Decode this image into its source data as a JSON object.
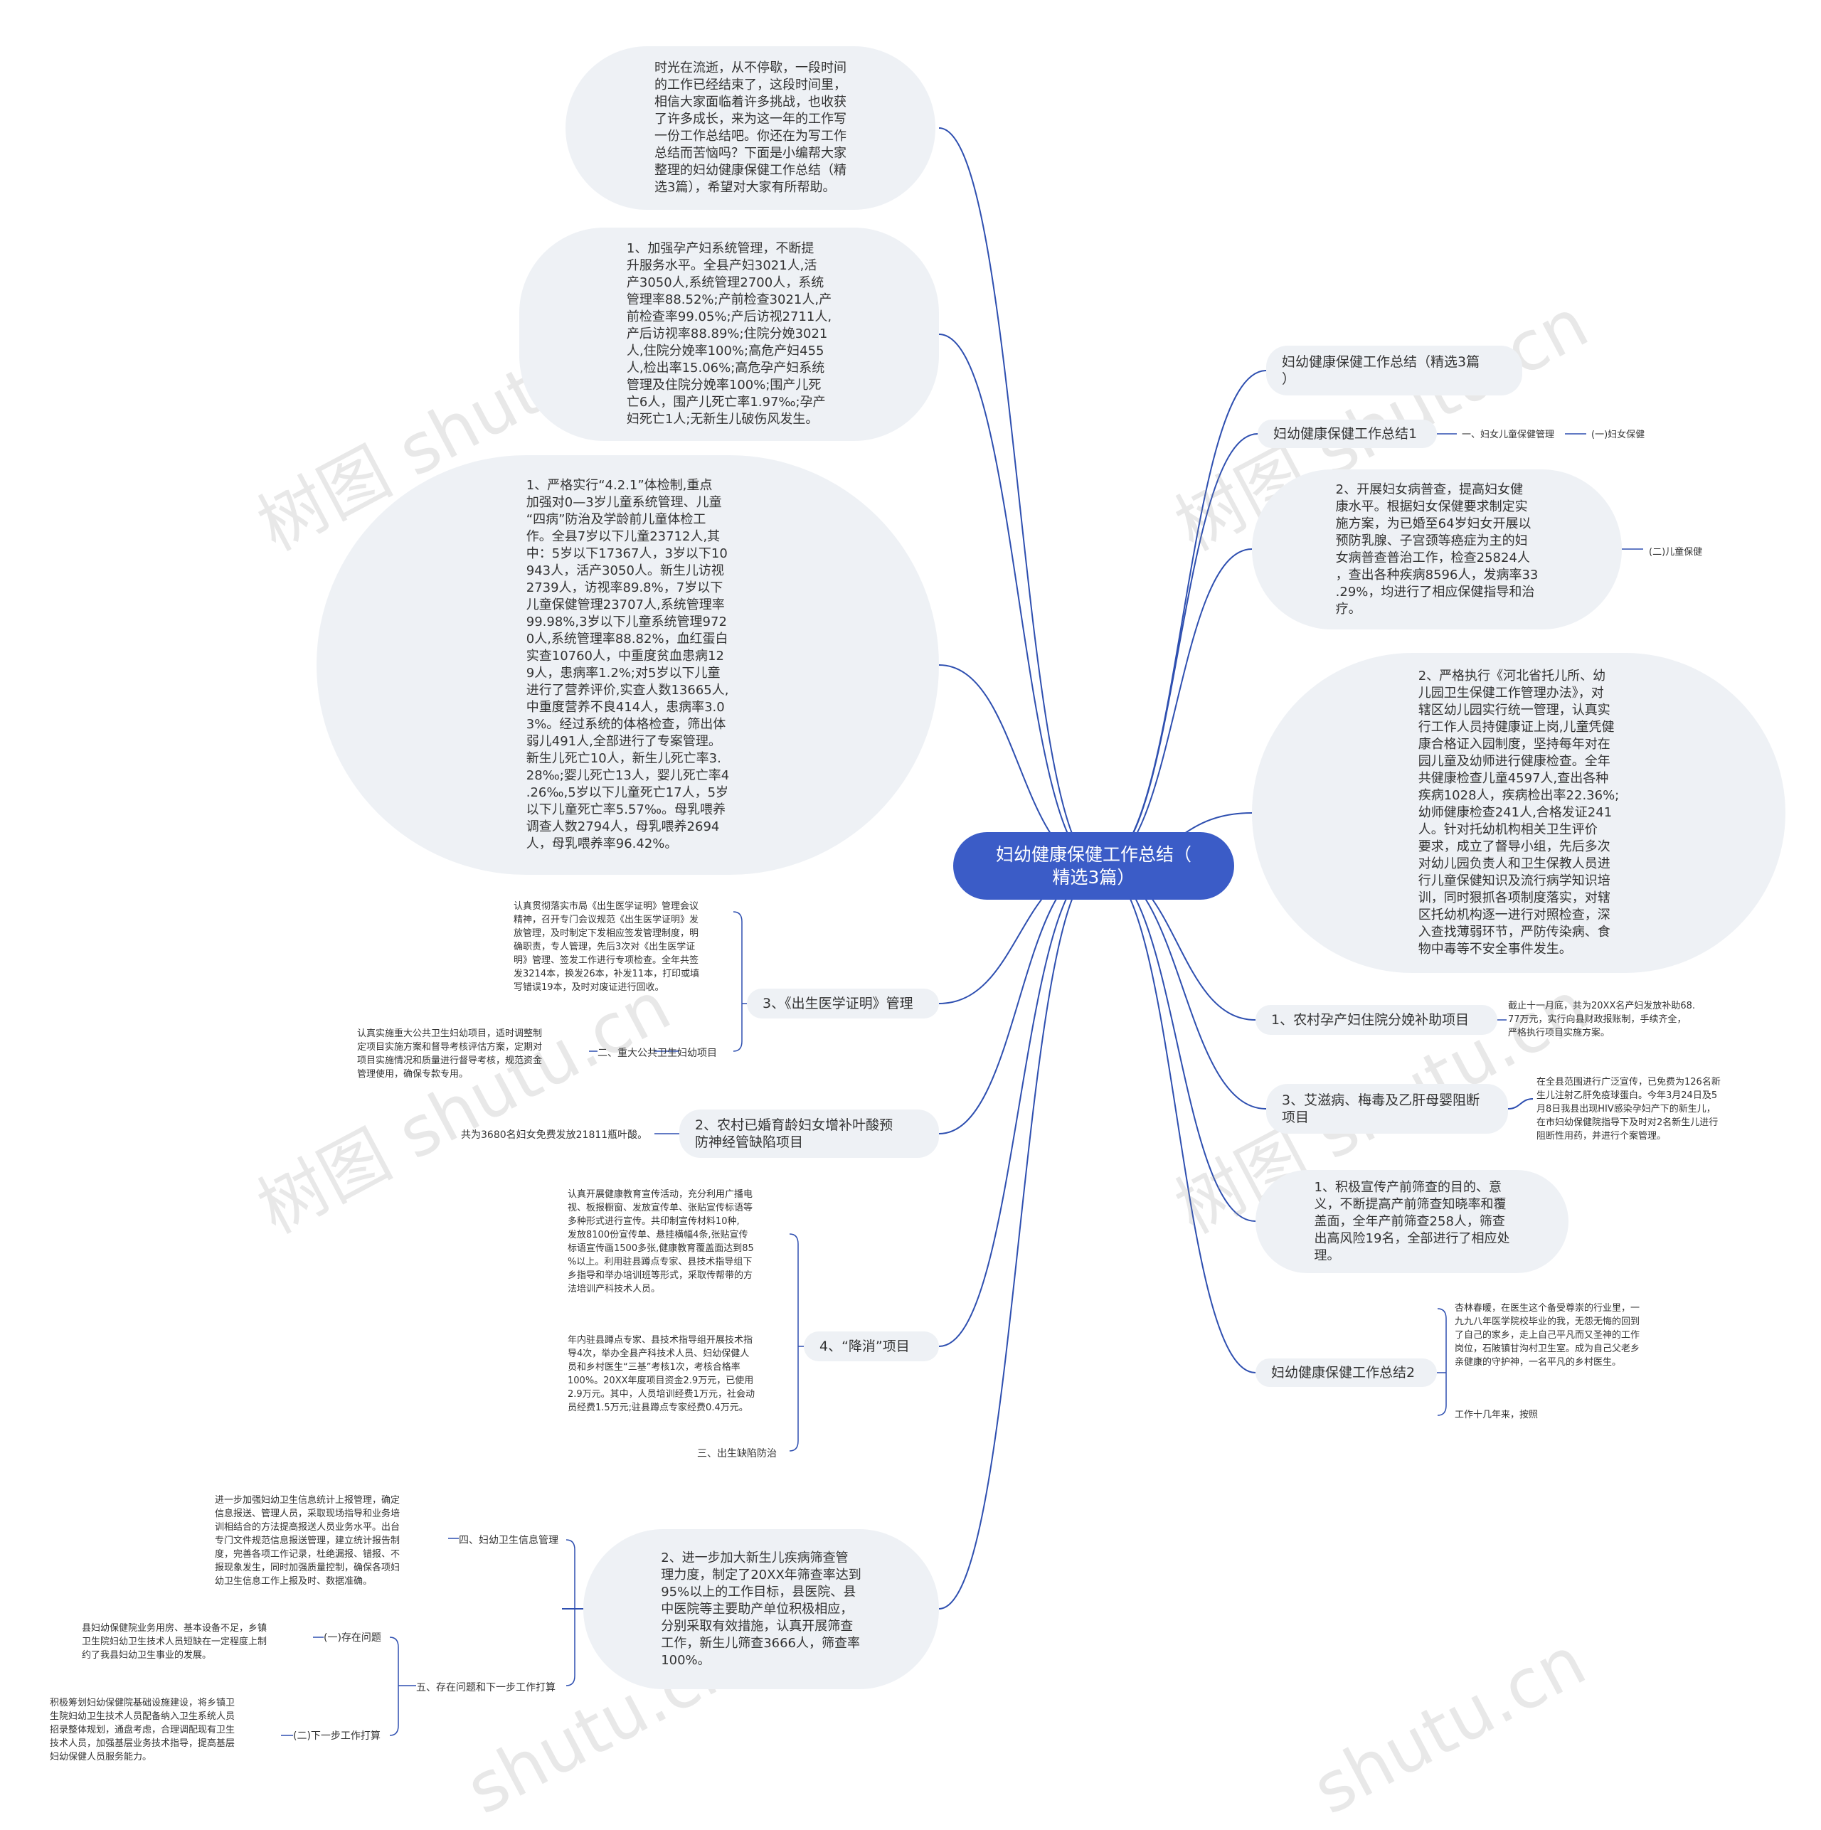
{
  "colors": {
    "line": "#2e4fb0",
    "root_fill": "#3b5cc7",
    "bubble_fill": "#eef1f5",
    "text": "#333333"
  },
  "root": "妇幼健康保健工作总结（\n精选3篇）",
  "left": {
    "intro": "时光在流逝，从不停歇，一段时间\n的工作已经结束了，这段时间里，\n相信大家面临着许多挑战，也收获\n了许多成长，来为这一年的工作写\n一份工作总结吧。你还在为写工作\n总结而苦恼吗？下面是小编帮大家\n整理的妇幼健康保健工作总结（精\n选3篇），希望对大家有所帮助。",
    "pregnant": "1、加强孕产妇系统管理，不断提\n升服务水平。全县产妇3021人,活\n产3050人,系统管理2700人，系统\n管理率88.52%;产前检查3021人,产\n前检查率99.05%;产后访视2711人,\n产后访视率88.89%;住院分娩3021\n人,住院分娩率100%;高危产妇455\n人,检出率15.06%;高危孕产妇系统\n管理及住院分娩率100%;围产儿死\n亡6人，围产儿死亡率1.97‰;孕产\n妇死亡1人;无新生儿破伤风发生。",
    "children": "1、严格实行“4.2.1”体检制,重点\n加强对0—3岁儿童系统管理、儿童\n“四病”防治及学龄前儿童体检工\n作。全县7岁以下儿童23712人,其\n中：5岁以下17367人，3岁以下10\n943人，活产3050人。新生儿访视\n2739人，访视率89.8%，7岁以下\n儿童保健管理23707人,系统管理率\n99.98%,3岁以下儿童系统管理972\n0人,系统管理率88.82%，血红蛋白\n实查10760人，中重度贫血患病12\n9人，患病率1.2%;对5岁以下儿童\n进行了营养评价,实查人数13665人,\n中重度营养不良414人，患病率3.0\n3%。经过系统的体格检查，筛出体\n弱儿491人,全部进行了专案管理。\n新生儿死亡10人，新生儿死亡率3.\n28‰;婴儿死亡13人，婴儿死亡率4\n.26‰,5岁以下儿童死亡17人，5岁\n以下儿童死亡率5.57‰。母乳喂养\n调查人数2794人，母乳喂养2694\n人，母乳喂养率96.42%。",
    "birth_cert": "3、《出生医学证明》管理",
    "birth_cert_text": "认真贯彻落实市局《出生医学证明》管理会议\n精神，召开专门会议规范《出生医学证明》发\n放管理，及时制定下发相应签发管理制度，明\n确职责，专人管理，先后3次对《出生医学证\n明》管理、签发工作进行专项检查。全年共签\n发3214本，换发26本，补发11本，打印或填\n写错误19本，及时对废证进行回收。",
    "major_project": "二、重大公共卫生妇幼项目",
    "major_project_text": "认真实施重大公共卫生妇幼项目，适时调整制\n定项目实施方案和督导考核评估方案，定期对\n项目实施情况和质量进行督导考核，规范资金\n管理使用，确保专款专用。",
    "folic": "2、农村已婚育龄妇女增补叶酸预\n防神经管缺陷项目",
    "folic_text": "共为3680名妇女免费发放21811瓶叶酸。",
    "jiangxiao": "4、“降消”项目",
    "jiangxiao_text1": "认真开展健康教育宣传活动，充分利用广播电\n视、板报橱窗、发放宣传单、张贴宣传标语等\n多种形式进行宣传。共印制宣传材料10种,\n发放8100份宣传单、悬挂横幅4条,张贴宣传\n标语宣传画1500多张,健康教育覆盖面达到85\n%以上。利用驻县蹲点专家、县技术指导组下\n乡指导和举办培训班等形式，采取传帮带的方\n法培训产科技术人员。",
    "jiangxiao_text2": "年内驻县蹲点专家、县技术指导组开展技术指\n导4次，举办全县产科技术人员、妇幼保健人\n员和乡村医生“三基”考核1次，考核合格率\n100%。20XX年度项目资金2.9万元，已使用\n2.9万元。其中，人员培训经费1万元，社会动\n员经费1.5万元;驻县蹲点专家经费0.4万元。",
    "defect": "三、出生缺陷防治",
    "newborn": "2、进一步加大新生儿疾病筛查管\n理力度，制定了20XX年筛查率达到\n95%以上的工作目标，县医院、县\n中医院等主要助产单位积极相应，\n分别采取有效措施，认真开展筛查\n工作，新生儿筛查3666人，筛查率\n100%。",
    "info_mgmt": "四、妇幼卫生信息管理",
    "info_text": "进一步加强妇幼卫生信息统计上报管理，确定\n信息报送、管理人员，采取现场指导和业务培\n训相结合的方法提高报送人员业务水平。出台\n专门文件规范信息报送管理，建立统计报告制\n度，完善各项工作记录，杜绝漏报、错报、不\n报现象发生，同时加强质量控制，确保各项妇\n幼卫生信息工作上报及时、数据准确。",
    "problems": "五、存在问题和下一步工作打算",
    "issues": "(一)存在问题",
    "issues_text": "县妇幼保健院业务用房、基本设备不足，乡镇\n卫生院妇幼卫生技术人员短缺在一定程度上制\n约了我县妇幼卫生事业的发展。",
    "next": "(二)下一步工作打算",
    "next_text": "积极筹划妇幼保健院基础设施建设，将乡镇卫\n生院妇幼卫生技术人员配备纳入卫生系统人员\n招录整体规划，通盘考虑，合理调配现有卫生\n技术人员，加强基层业务技术指导，提高基层\n妇幼保健人员服务能力。"
  },
  "right": {
    "title_node": "妇幼健康保健工作总结（精选3篇\n）",
    "summary1": "妇幼健康保健工作总结1",
    "women_mgmt": "一、妇女儿童保健管理",
    "women_care": "(一)妇女保健",
    "gyn": "2、开展妇女病普查，提高妇女健\n康水平。根据妇女保健要求制定实\n施方案，为已婚至64岁妇女开展以\n预防乳腺、子宫颈等癌症为主的妇\n女病普查普治工作，检查25824人\n，查出各种疾病8596人，发病率33\n.29%，均进行了相应保健指导和治\n疗。",
    "child_care": "(二)儿童保健",
    "kindergarten": "2、严格执行《河北省托儿所、幼\n儿园卫生保健工作管理办法》，对\n辖区幼儿园实行统一管理，认真实\n行工作人员持健康证上岗,儿童凭健\n康合格证入园制度，坚持每年对在\n园儿童及幼师进行健康检查。全年\n共健康检查儿童4597人,查出各种\n疾病1028人，疾病检出率22.36%;\n幼师健康检查241人,合格发证241\n人。针对托幼机构相关卫生评价\n要求，成立了督导小组，先后多次\n对幼儿园负责人和卫生保教人员进\n行儿童保健知识及流行病学知识培\n训，同时狠抓各项制度落实，对辖\n区托幼机构逐一进行对照检查，深\n入查找薄弱环节，严防传染病、食\n物中毒等不安全事件发生。",
    "rural_birth": "1、农村孕产妇住院分娩补助项目",
    "rural_birth_text": "截止十一月底，共为20XX名产妇发放补助68.\n77万元，实行向县财政报账制，手续齐全，\n严格执行项目实施方案。",
    "aids": "3、艾滋病、梅毒及乙肝母婴阻断\n项目",
    "aids_text": "在全县范围进行广泛宣传，已免费为126名新\n生儿注射乙肝免疫球蛋白。今年3月24日及5\n月8日我县出现HIV感染孕妇产下的新生儿，\n在市妇幼保健院指导下及时对2名新生儿进行\n阻断性用药，并进行个案管理。",
    "prenatal": "1、积极宣传产前筛查的目的、意\n义，不断提高产前筛查知晓率和覆\n盖面，全年产前筛查258人，筛查\n出高风险19名，全部进行了相应处\n理。",
    "summary2": "妇幼健康保健工作总结2",
    "s2_text1": "杏林春暖，在医生这个备受尊崇的行业里，一\n九九八年医学院校毕业的我，无怨无悔的回到\n了自己的家乡，走上自己平凡而又圣神的工作\n岗位，石陂镇甘沟村卫生室。成为自己父老乡\n亲健康的守护神，一名平凡的乡村医生。",
    "s2_text2": "工作十几年来，按照"
  },
  "watermarks": [
    "树图 shutu.cn",
    "树图 shutu.cn",
    "树图 shutu.cn",
    "树图 shutu.cn",
    "shutu.cn",
    "shutu.cn"
  ]
}
